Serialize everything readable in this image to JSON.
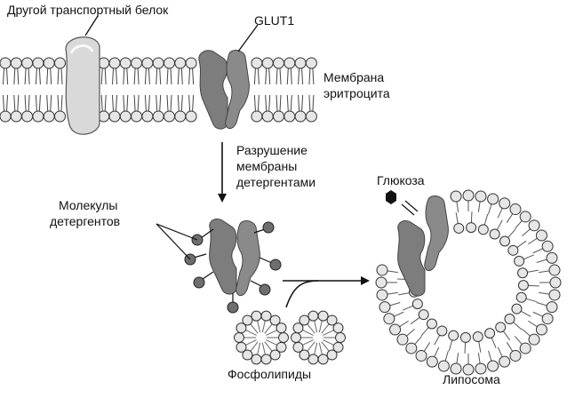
{
  "labels": {
    "other_protein": "Другой транспортный белок",
    "glut1": "GLUT1",
    "membrane_line1": "Мембрана",
    "membrane_line2": "эритроцита",
    "destroy_line1": "Разрушение",
    "destroy_line2": "мембраны",
    "destroy_line3": "детергентами",
    "detergent_line1": "Молекулы",
    "detergent_line2": "детергентов",
    "glucose": "Глюкоза",
    "phospholipids": "Фосфолипиды",
    "liposome": "Липосома"
  },
  "colors": {
    "protein_dark": "#7d7d7d",
    "protein_light": "#d6d6d6",
    "lipid_head": "#e6e6e6",
    "outline": "#333333",
    "detergent": "#6e6e6e",
    "glucose": "#111111"
  }
}
